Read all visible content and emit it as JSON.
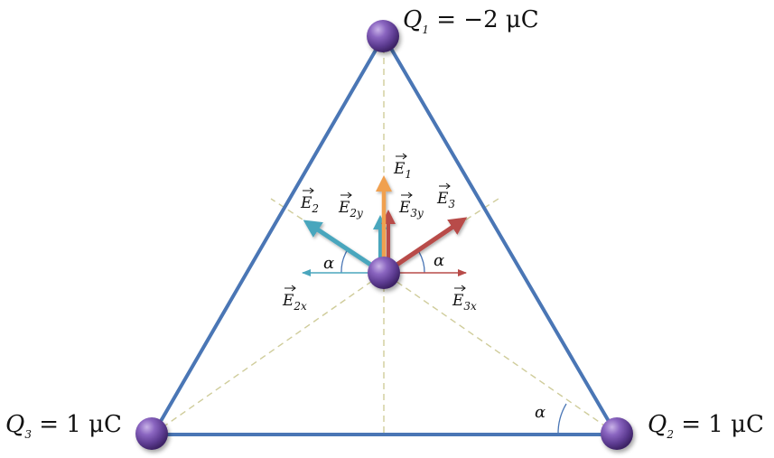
{
  "charges": {
    "q1": {
      "name": "Q",
      "index": "1",
      "value": " = −2 μC"
    },
    "q2": {
      "name": "Q",
      "index": "2",
      "value": " = 1 μC"
    },
    "q3": {
      "name": "Q",
      "index": "3",
      "value": " = 1 μC"
    }
  },
  "vectors": {
    "e1": {
      "name": "E",
      "index": "1"
    },
    "e2": {
      "name": "E",
      "index": "2"
    },
    "e2y": {
      "name": "E",
      "index": "2y"
    },
    "e3y": {
      "name": "E",
      "index": "3y"
    },
    "e3": {
      "name": "E",
      "index": "3"
    },
    "e2x": {
      "name": "E",
      "index": "2x"
    },
    "e3x": {
      "name": "E",
      "index": "3x"
    }
  },
  "angle_symbol": "α",
  "colors": {
    "triangle": "#4a76b5",
    "guides": "#cfcc9a",
    "e1": "#f0a050",
    "e2": "#4aa6bd",
    "e3": "#b84b48",
    "charge": "#6b4a9e",
    "arc": "#4a76b5"
  }
}
